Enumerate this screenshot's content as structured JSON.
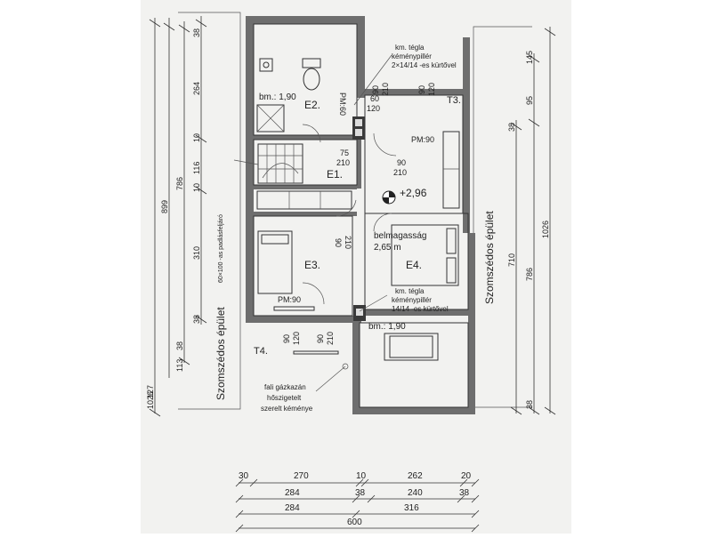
{
  "rooms": {
    "e1": "E1.",
    "e2": "E2.",
    "e3": "E3.",
    "e4": "E4.",
    "t3": "T3.",
    "t4": "T4."
  },
  "labels": {
    "bm_top": "bm.: 1,90",
    "bm_bottom": "bm.: 1,90",
    "pm90_a": "PM:90",
    "pm90_b": "PM:90",
    "pm60": "PM:60",
    "level": "+2,96",
    "height_line1": "belmagasság",
    "height_line2": "2,65 m",
    "chimney_top_1": "km. tégla",
    "chimney_top_2": "kéménypillér",
    "chimney_top_3": "2×14/14 -es kürtővel",
    "chimney_bot_1": "km. tégla",
    "chimney_bot_2": "kéménypillér",
    "chimney_bot_3": "14/14 -es kürtővel",
    "boiler_1": "fali gázkazán",
    "boiler_2": "hőszigetelt",
    "boiler_3": "szerelt kéménye",
    "hatch": "60×100 -as padlásfeljáró",
    "neighbor_left": "Szomszédos épület",
    "neighbor_right": "Szomszédos épület"
  },
  "openings": {
    "d1_w": "60",
    "d1_h": "120",
    "d2_w": "90",
    "d2_h": "210",
    "d3_w": "90",
    "d3_h": "120",
    "d4_w": "75",
    "d4_h": "210",
    "d5_w": "90",
    "d5_h": "210",
    "d6_w": "90",
    "d6_h": "210",
    "d7_w": "90",
    "d7_h": "120",
    "d8_w": "90",
    "d8_h": "210"
  },
  "dims_left": {
    "outer": "1026",
    "a": "899",
    "b": "786",
    "c1": "264",
    "c2": "116",
    "c3": "310",
    "c4": "38",
    "c5": "10",
    "c6": "10",
    "c7": "38",
    "c8": "113",
    "c9": "127",
    "c10": "38"
  },
  "dims_right": {
    "outer": "1026",
    "a": "786",
    "b": "710",
    "c1": "145",
    "c2": "95",
    "c3": "38",
    "c4": "38"
  },
  "dims_bottom": {
    "r1_a": "30",
    "r1_b": "270",
    "r1_c": "10",
    "r1_d": "262",
    "r1_e": "20",
    "r2_a": "284",
    "r2_b": "38",
    "r2_c": "240",
    "r2_d": "38",
    "r3_a": "284",
    "r3_b": "316",
    "r4": "600"
  }
}
